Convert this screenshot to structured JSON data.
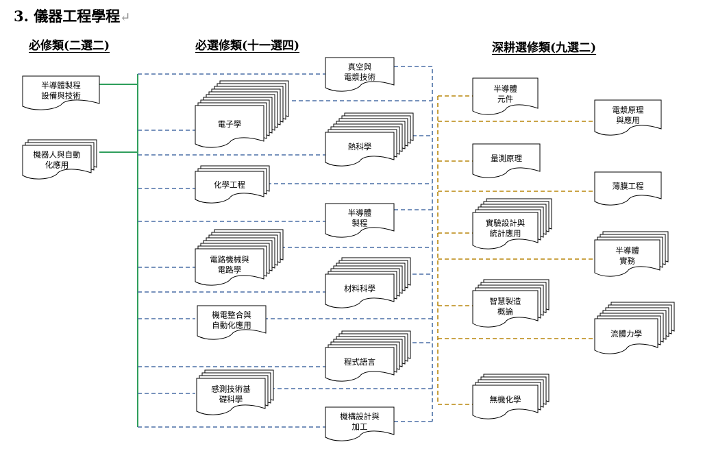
{
  "title": "3. 儀器工程學程",
  "return_mark": "↵",
  "columns": {
    "required": "必修類(二選二)",
    "elective": "必選修類(十一選四)",
    "advanced": "深耕選修類(九選二)"
  },
  "colors": {
    "required_line": "#2e9e5b",
    "elective_line": "#4a6fa5",
    "advanced_line": "#b8860b"
  },
  "required_courses": [
    [
      "半導體製程",
      "設備與技術"
    ],
    [
      "機器人與自動",
      "化應用"
    ]
  ],
  "elective_courses": [
    [
      "真空與",
      "電漿技術"
    ],
    [
      "電子學"
    ],
    [
      "熱科學"
    ],
    [
      "化學工程"
    ],
    [
      "半導體",
      "製程"
    ],
    [
      "電路機械與",
      "電路學"
    ],
    [
      "材料科學"
    ],
    [
      "機電整合與",
      "自動化應用"
    ],
    [
      "程式語言"
    ],
    [
      "感測技術基",
      "礎科學"
    ],
    [
      "機構設計與",
      "加工"
    ]
  ],
  "advanced_courses": [
    [
      "半導體",
      "元件"
    ],
    [
      "電漿原理",
      "與應用"
    ],
    [
      "量測原理"
    ],
    [
      "薄膜工程"
    ],
    [
      "實驗設計與",
      "統計應用"
    ],
    [
      "半導體",
      "實務"
    ],
    [
      "智慧製造",
      "概論"
    ],
    [
      "流體力學"
    ],
    [
      "無機化學"
    ]
  ]
}
